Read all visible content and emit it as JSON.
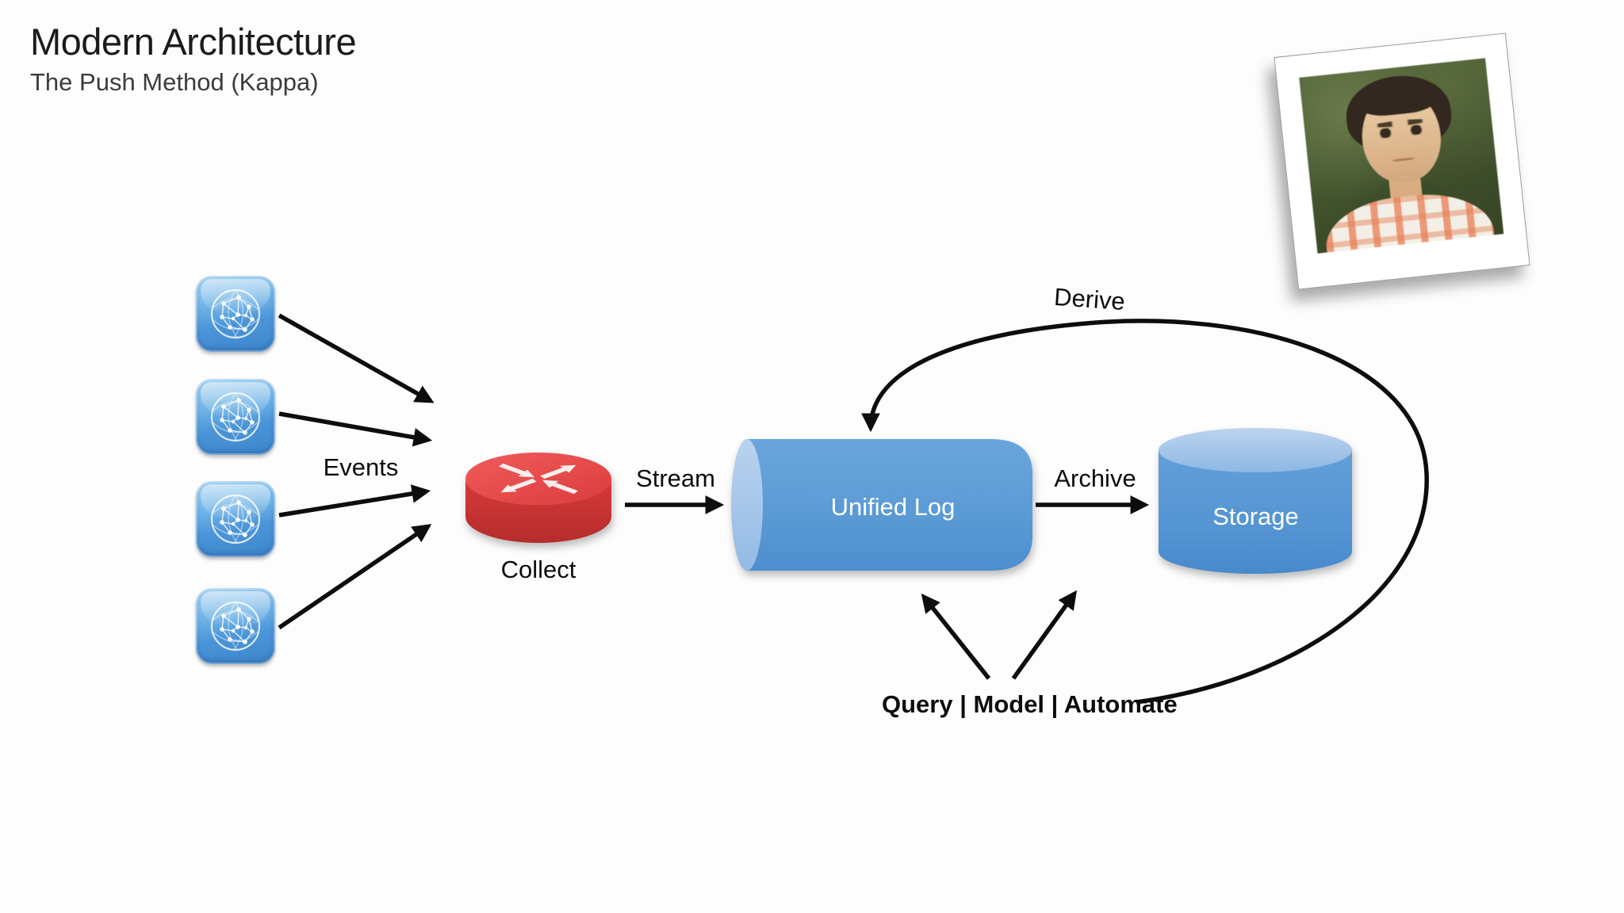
{
  "slide": {
    "title": "Modern Architecture",
    "subtitle": "The Push Method (Kappa)"
  },
  "diagram": {
    "labels": {
      "events": "Events",
      "collect": "Collect",
      "stream": "Stream",
      "unified_log": "Unified Log",
      "archive": "Archive",
      "storage": "Storage",
      "derive": "Derive",
      "query_model_automate": "Query | Model | Automate"
    },
    "nodes": [
      {
        "id": "sources",
        "icon": "network-globe-app-icon",
        "count": 4
      },
      {
        "id": "collect",
        "icon": "router-crossed-arrows-icon",
        "label": "Collect",
        "shape": "red-disk"
      },
      {
        "id": "unified_log",
        "label": "Unified Log",
        "shape": "horizontal-cylinder"
      },
      {
        "id": "storage",
        "label": "Storage",
        "shape": "database-cylinder"
      }
    ],
    "edges": [
      {
        "from": "sources",
        "to": "collect",
        "label": "Events",
        "count": 4
      },
      {
        "from": "collect",
        "to": "unified_log",
        "label": "Stream"
      },
      {
        "from": "unified_log",
        "to": "storage",
        "label": "Archive"
      },
      {
        "from": "storage-loop",
        "to": "unified_log",
        "label": "Derive",
        "style": "curved"
      },
      {
        "from": "query_model_automate",
        "to": "unified_log"
      },
      {
        "from": "query_model_automate",
        "to": "storage"
      }
    ],
    "colors": {
      "node_blue": "#5b9bd5",
      "node_blue_light": "#a9c7ea",
      "collector_red": "#d84040",
      "icon_blue": "#5ea1dd",
      "arrow_black": "#0d0d0d",
      "text_white": "#ffffff"
    }
  },
  "photo": {
    "icon": "presenter-headshot-photo"
  }
}
